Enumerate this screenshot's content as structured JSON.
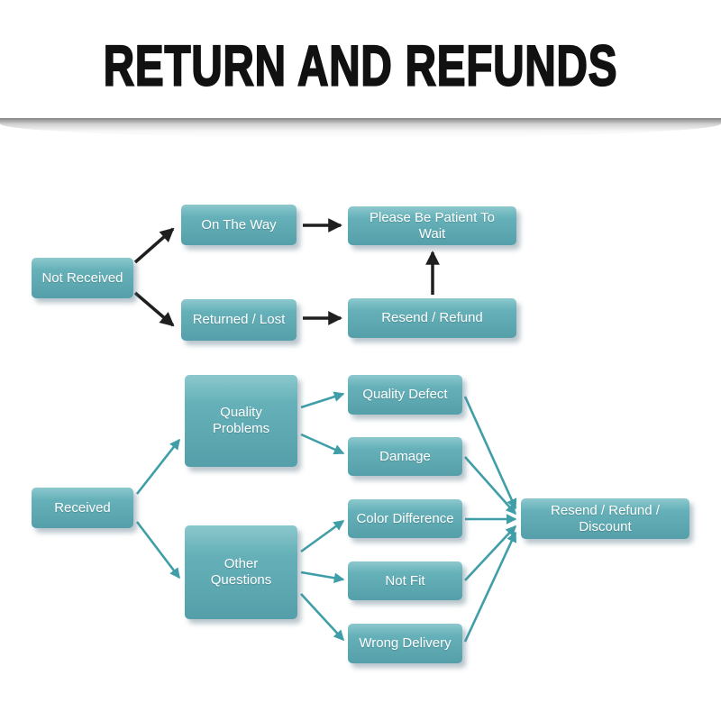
{
  "title": "RETURN AND REFUNDS",
  "colors": {
    "node_fill": "#5fa9b2",
    "node_fill_highlight": "#8cc8cd",
    "node_text": "#ffffff",
    "arrow_dark": "#1f1f1f",
    "arrow_teal": "#3f9ea8",
    "title_text": "#111111"
  },
  "nodes": {
    "not_received": "Not Received",
    "on_the_way": "On The Way",
    "please_wait": "Please Be Patient To Wait",
    "returned_lost": "Returned / Lost",
    "resend_refund": "Resend / Refund",
    "received": "Received",
    "quality_problems": "Quality Problems",
    "other_questions": "Other Questions",
    "quality_defect": "Quality Defect",
    "damage": "Damage",
    "color_difference": "Color Difference",
    "not_fit": "Not Fit",
    "wrong_delivery": "Wrong Delivery",
    "resend_refund_discount": "Resend / Refund / Discount"
  },
  "edges": [
    {
      "from": "not_received",
      "to": "on_the_way"
    },
    {
      "from": "not_received",
      "to": "returned_lost"
    },
    {
      "from": "on_the_way",
      "to": "please_wait"
    },
    {
      "from": "returned_lost",
      "to": "resend_refund"
    },
    {
      "from": "resend_refund",
      "to": "please_wait"
    },
    {
      "from": "received",
      "to": "quality_problems"
    },
    {
      "from": "received",
      "to": "other_questions"
    },
    {
      "from": "quality_problems",
      "to": "quality_defect"
    },
    {
      "from": "quality_problems",
      "to": "damage"
    },
    {
      "from": "other_questions",
      "to": "color_difference"
    },
    {
      "from": "other_questions",
      "to": "not_fit"
    },
    {
      "from": "other_questions",
      "to": "wrong_delivery"
    },
    {
      "from": "quality_defect",
      "to": "resend_refund_discount"
    },
    {
      "from": "damage",
      "to": "resend_refund_discount"
    },
    {
      "from": "color_difference",
      "to": "resend_refund_discount"
    },
    {
      "from": "not_fit",
      "to": "resend_refund_discount"
    },
    {
      "from": "wrong_delivery",
      "to": "resend_refund_discount"
    }
  ]
}
